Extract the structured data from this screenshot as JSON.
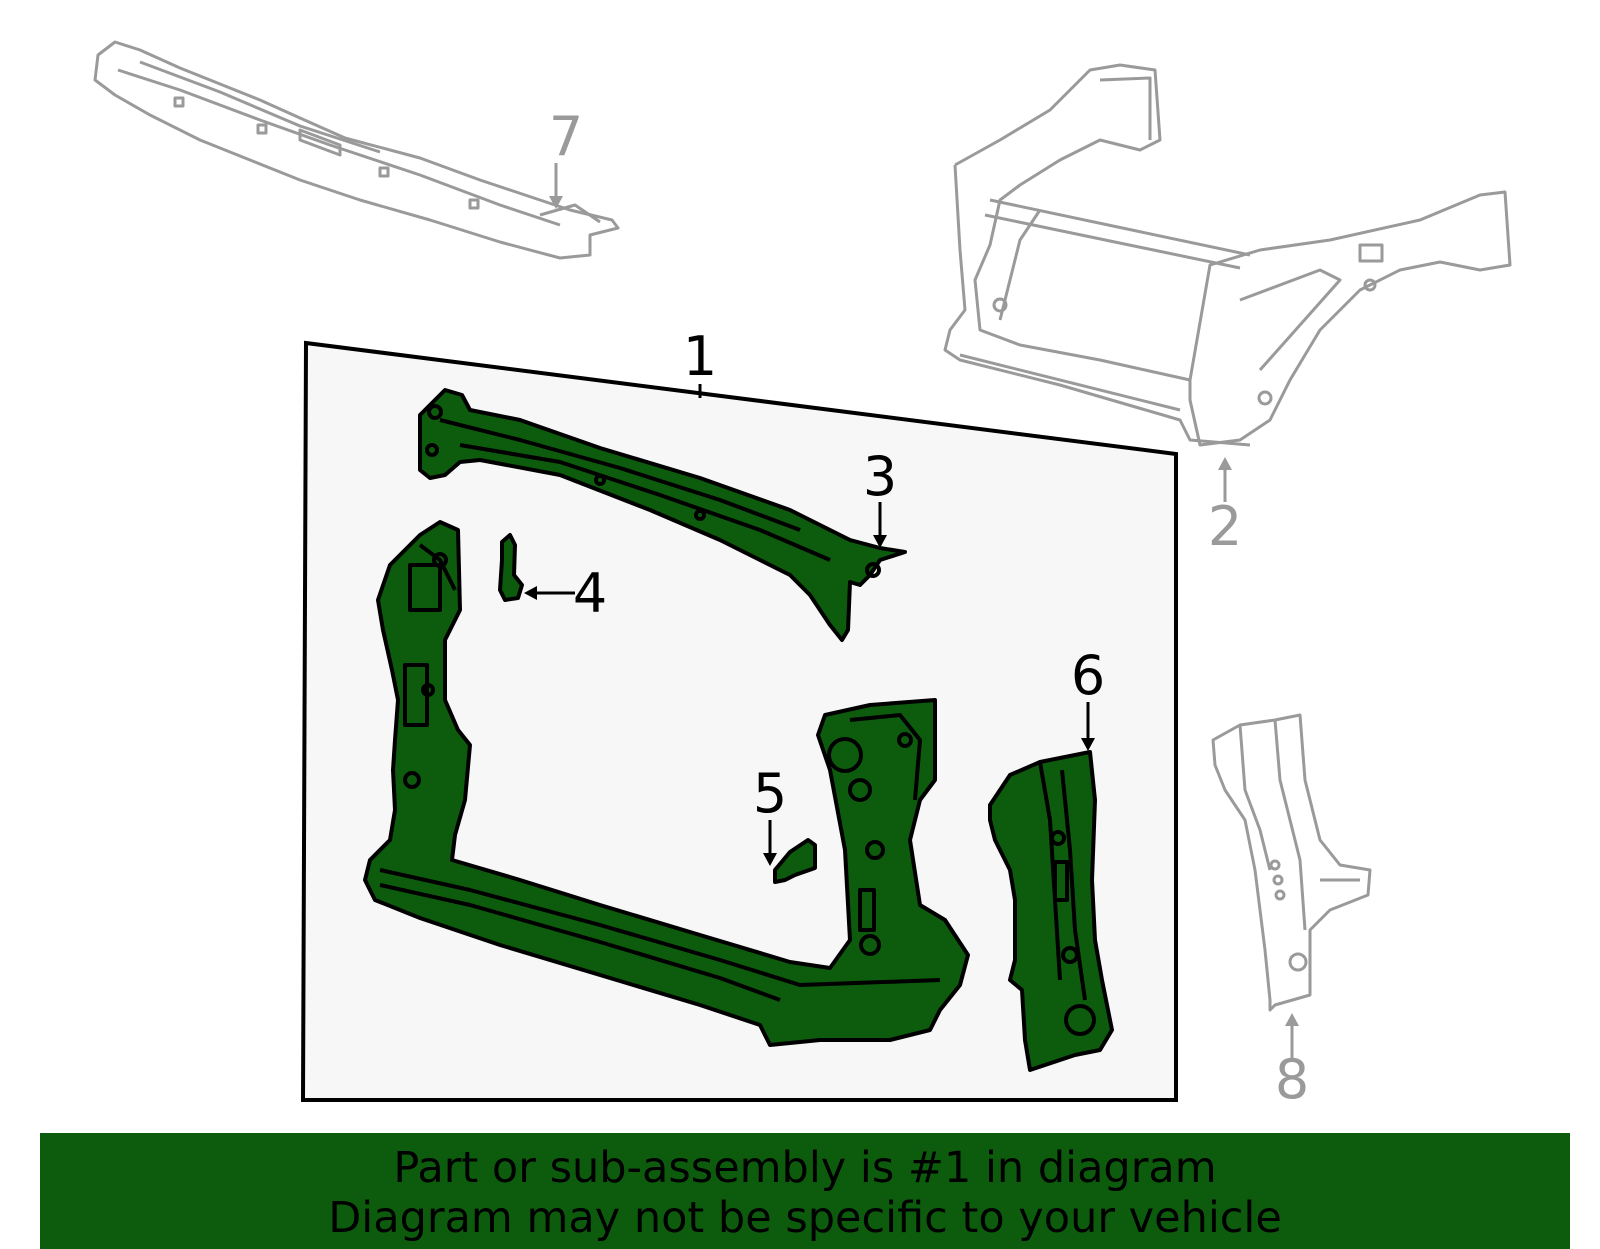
{
  "callouts": [
    {
      "id": "1",
      "label": "1",
      "tone": "dark"
    },
    {
      "id": "2",
      "label": "2",
      "tone": "gray"
    },
    {
      "id": "3",
      "label": "3",
      "tone": "dark"
    },
    {
      "id": "4",
      "label": "4",
      "tone": "dark"
    },
    {
      "id": "5",
      "label": "5",
      "tone": "dark"
    },
    {
      "id": "6",
      "label": "6",
      "tone": "dark"
    },
    {
      "id": "7",
      "label": "7",
      "tone": "gray"
    },
    {
      "id": "8",
      "label": "8",
      "tone": "gray"
    }
  ],
  "banner": {
    "line1": "Part or sub-assembly is #1 in diagram",
    "line2": "Diagram may not be specific to your vehicle"
  },
  "colors": {
    "highlight_fill": "#0d5c0d",
    "outline_dark": "#000000",
    "outline_gray": "#9a9a9a",
    "box_fill": "#f7f7f7",
    "banner_bg": "#0d5c0d"
  }
}
